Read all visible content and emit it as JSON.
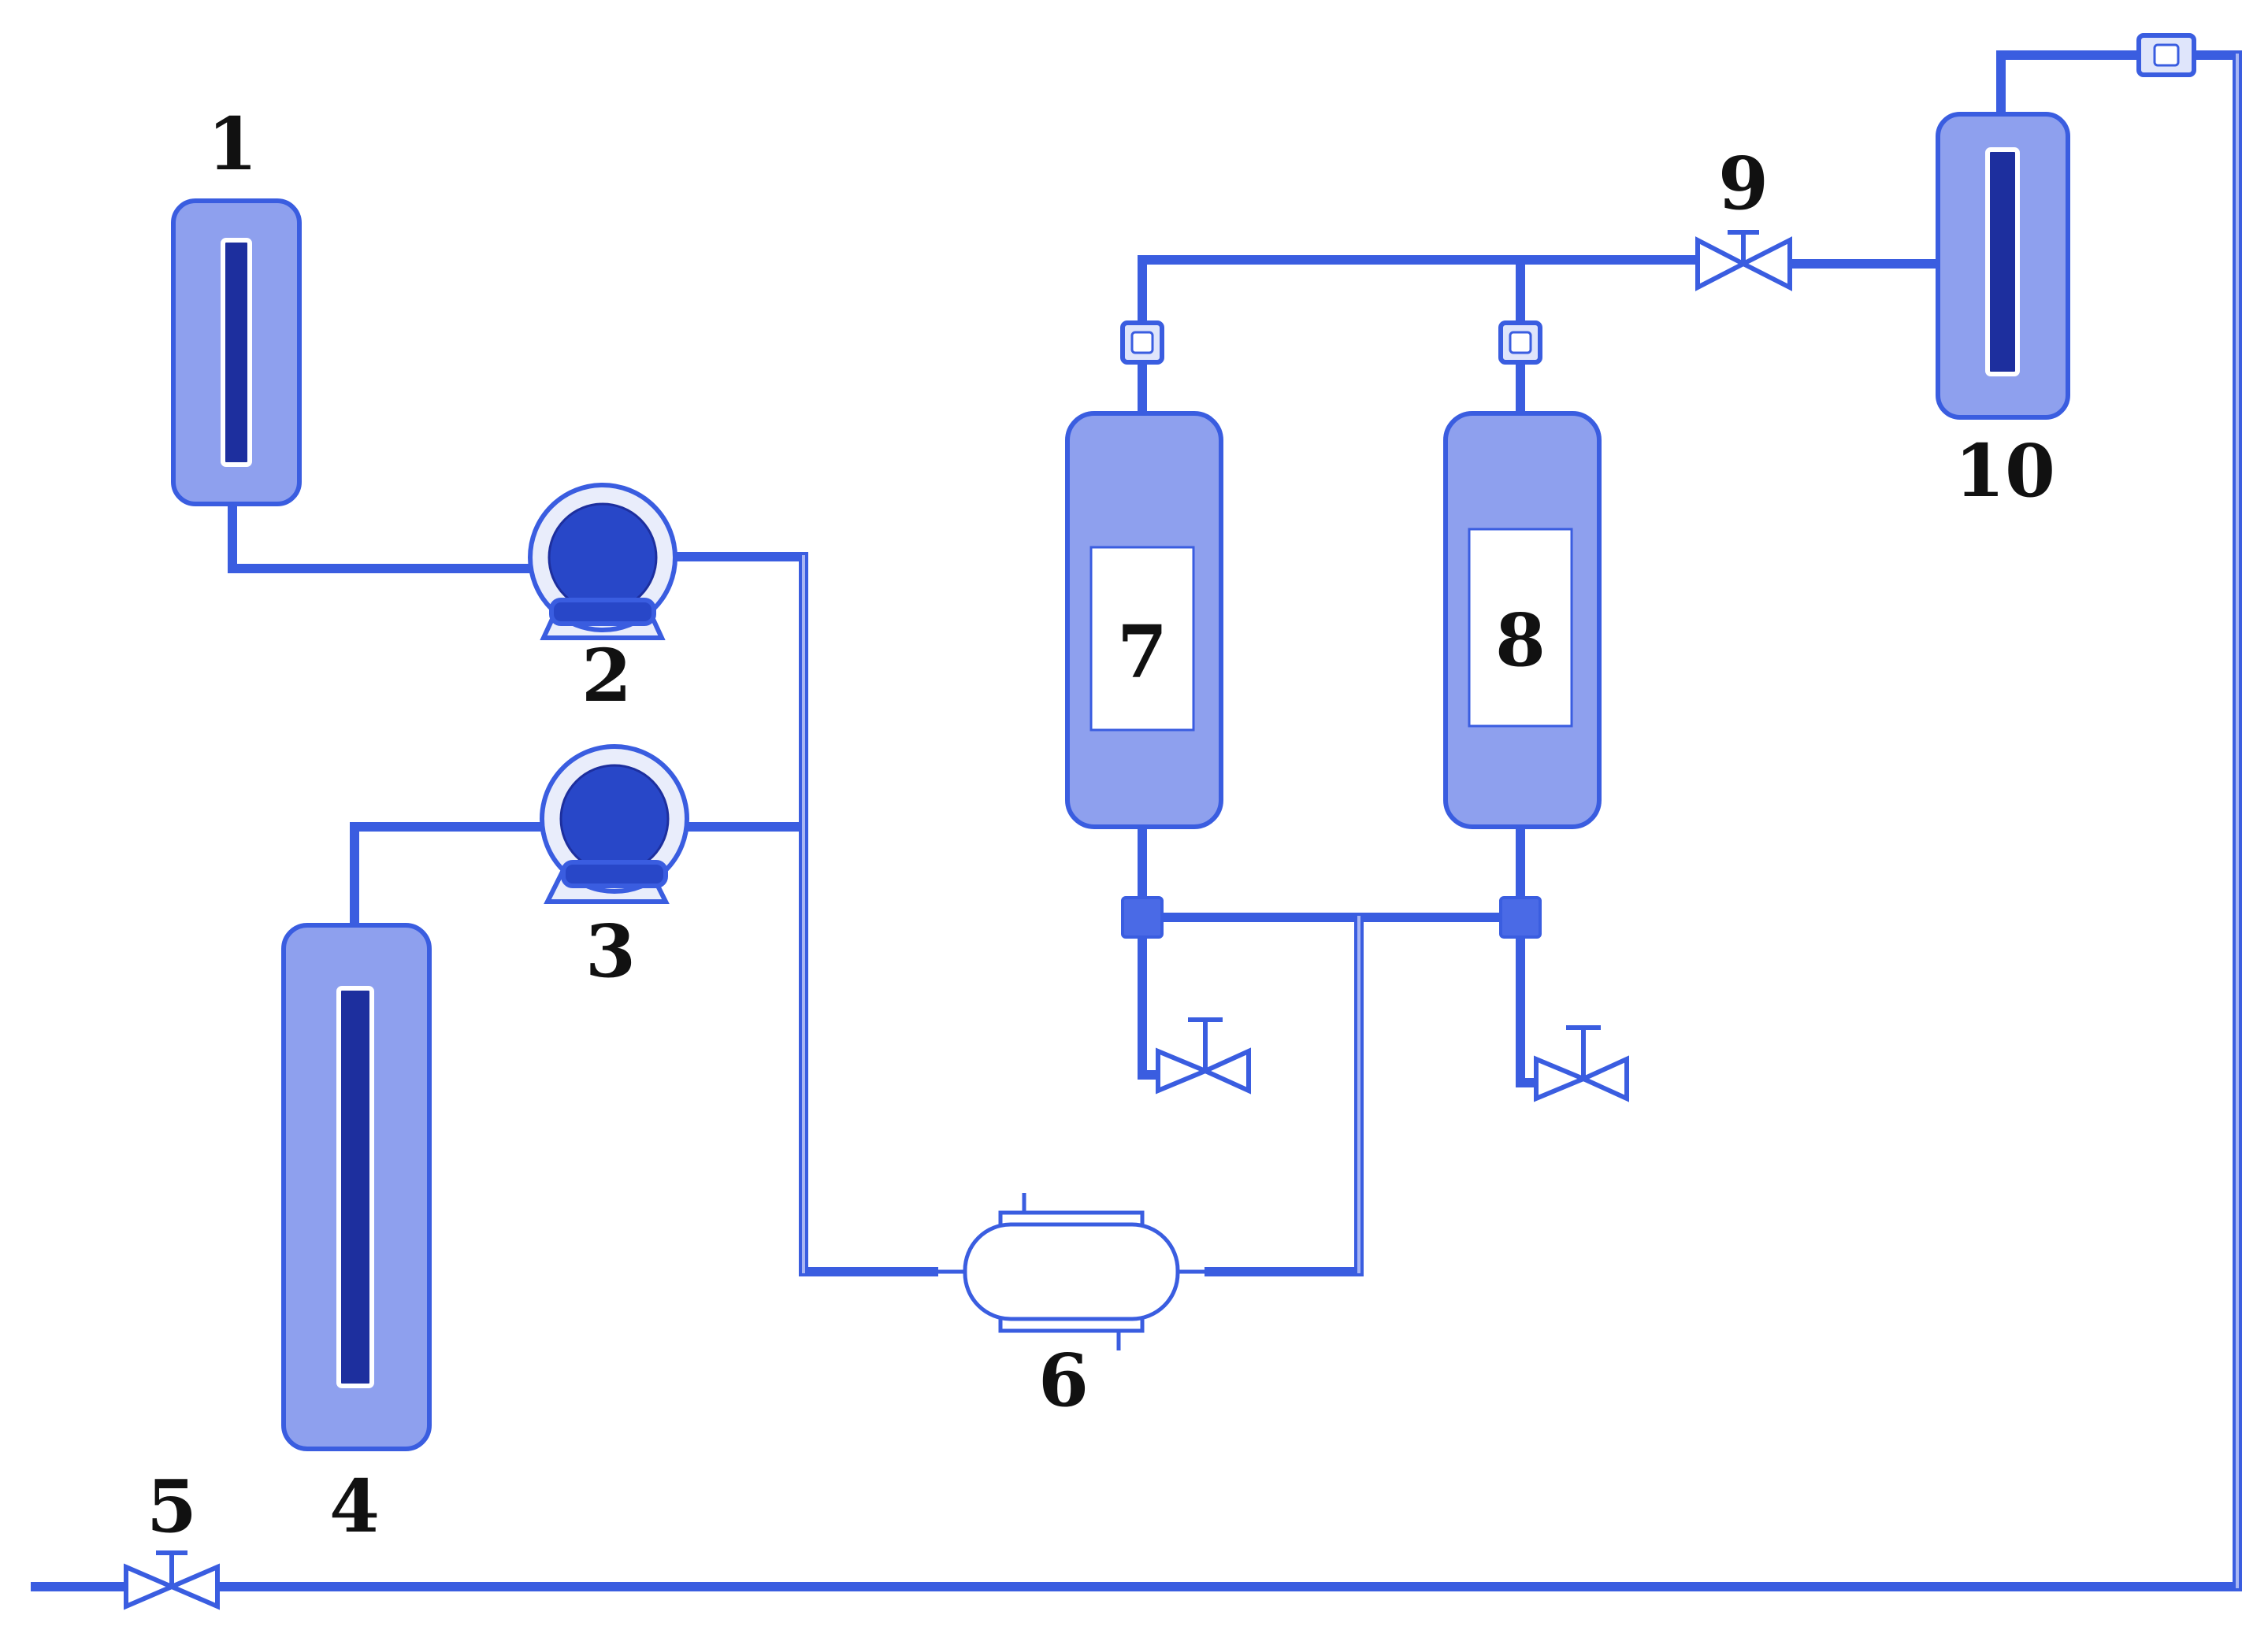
{
  "components": [
    {
      "id": "1",
      "label": "1",
      "kind": "gauge-vessel"
    },
    {
      "id": "2",
      "label": "2",
      "kind": "pump"
    },
    {
      "id": "3",
      "label": "3",
      "kind": "pump"
    },
    {
      "id": "4",
      "label": "4",
      "kind": "gauge-vessel"
    },
    {
      "id": "5",
      "label": "5",
      "kind": "valve"
    },
    {
      "id": "6",
      "label": "6",
      "kind": "heat-exchanger"
    },
    {
      "id": "7",
      "label": "7",
      "kind": "column"
    },
    {
      "id": "8",
      "label": "8",
      "kind": "column"
    },
    {
      "id": "9",
      "label": "9",
      "kind": "valve"
    },
    {
      "id": "10",
      "label": "10",
      "kind": "gauge-vessel"
    }
  ],
  "colors": {
    "pipe": "#3a5de0",
    "vessel_fill": "#8ea0ee",
    "gauge": "#1d2f9e",
    "pump_core": "#2847c8",
    "label": "#111111"
  }
}
